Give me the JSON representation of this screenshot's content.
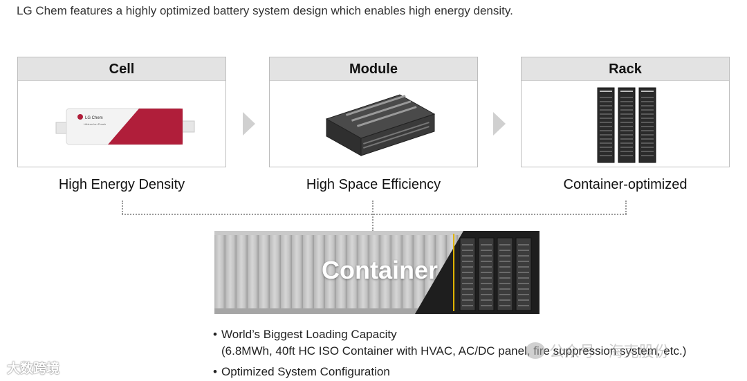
{
  "intro": "LG Chem features a highly optimized battery system design which enables high energy density.",
  "stages": [
    {
      "title": "Cell",
      "caption": "High Energy Density",
      "brand_label": "LG Chem",
      "pouch_label": "Lithium Ion Pouch"
    },
    {
      "title": "Module",
      "caption": "High Space Efficiency"
    },
    {
      "title": "Rack",
      "caption": "Container-optimized"
    }
  ],
  "container": {
    "title": "Container"
  },
  "bullets": [
    {
      "text": "World’s Biggest Loading Capacity",
      "sub": "(6.8MWh, 40ft HC ISO Container with HVAC, AC/DC panel, fire suppression system, etc.)"
    },
    {
      "text": "Optimized System Configuration"
    }
  ],
  "bullet_symbol": "•",
  "watermarks": {
    "left": "大数跨境",
    "right": "公众号 · 海克股份"
  },
  "colors": {
    "header_bg": "#e3e3e3",
    "cell_red": "#b01e3a",
    "arrow": "#d0d0d0",
    "module_dark": "#3a3a3a"
  }
}
